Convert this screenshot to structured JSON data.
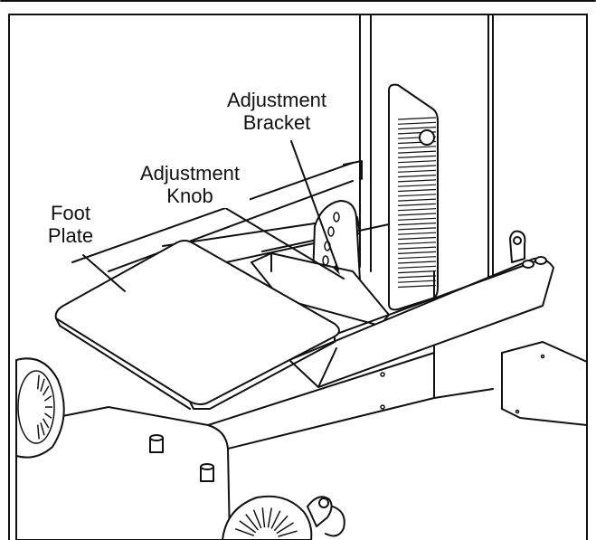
{
  "callouts": {
    "adjustment_bracket": [
      "Adjustment",
      "Bracket"
    ],
    "adjustment_knob": [
      "Adjustment",
      "Knob"
    ],
    "foot_plate": [
      "Foot",
      "Plate"
    ]
  },
  "colors": {
    "line": "#111111",
    "background": "#ffffff"
  }
}
